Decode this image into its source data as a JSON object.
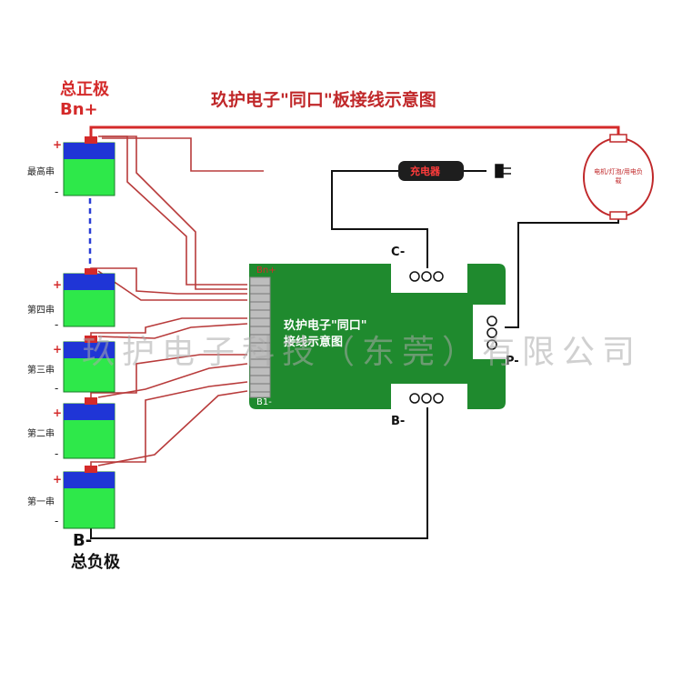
{
  "title": "玖护电子\"同口\"板接线示意图",
  "battery": {
    "positive_label": "总正极",
    "positive_terminal": "Bn+",
    "negative_terminal": "B-",
    "negative_label": "总负极",
    "cells": [
      {
        "name": "最高串",
        "plus": "+",
        "minus": "-"
      },
      {
        "name": "第四串",
        "plus": "+",
        "minus": "-"
      },
      {
        "name": "第三串",
        "plus": "+",
        "minus": "-"
      },
      {
        "name": "第二串",
        "plus": "+",
        "minus": "-"
      },
      {
        "name": "第一串",
        "plus": "+",
        "minus": "-"
      }
    ]
  },
  "pcb": {
    "text_line1": "玖护电子\"同口\"",
    "text_line2": "接线示意图",
    "pin_top": "Bn+",
    "pin_bottom": "B1-",
    "terminal_c": "C-",
    "terminal_b": "B-",
    "terminal_p": "P-"
  },
  "charger": {
    "label": "充电器"
  },
  "load": {
    "label": "电机/灯泡/用电负载"
  },
  "watermark": "玖护电子科技（东莞）有限公司",
  "colors": {
    "cell_top": "#1f35d6",
    "cell_body": "#2ee84a",
    "pcb": "#1f8a2e",
    "positive_wire": "#d42a2a",
    "sense_wire": "#b83b3b",
    "negative_wire": "#111111"
  }
}
